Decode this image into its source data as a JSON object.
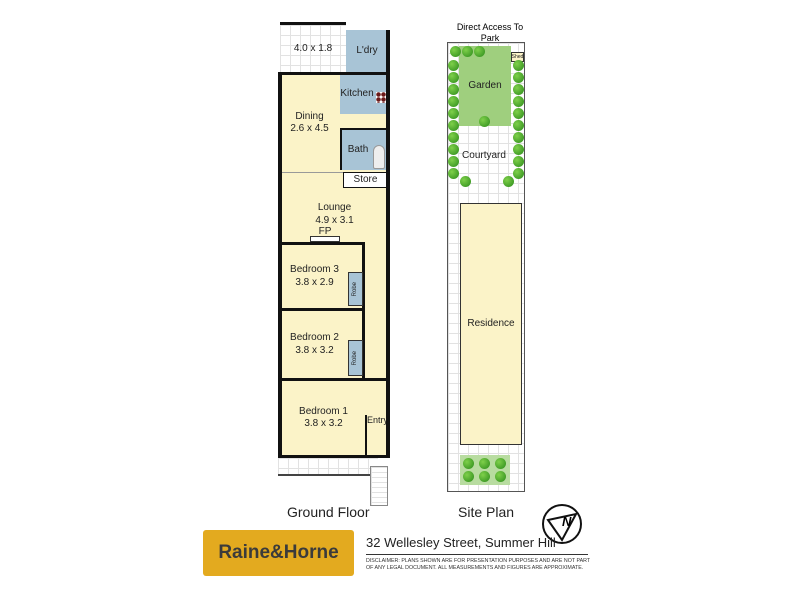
{
  "ground_floor": {
    "title": "Ground Floor",
    "rooms": {
      "patio": {
        "dims": "4.0 x 1.8"
      },
      "laundry": {
        "name": "L'dry"
      },
      "kitchen": {
        "name": "Kitchen"
      },
      "dining": {
        "name": "Dining",
        "dims": "2.6 x 4.5"
      },
      "bath": {
        "name": "Bath"
      },
      "store": {
        "name": "Store"
      },
      "lounge": {
        "name": "Lounge",
        "dims": "4.9 x 3.1"
      },
      "fireplace": {
        "name": "FP"
      },
      "bedroom3": {
        "name": "Bedroom 3",
        "dims": "3.8 x 2.9"
      },
      "bedroom2": {
        "name": "Bedroom 2",
        "dims": "3.8 x 3.2"
      },
      "bedroom1": {
        "name": "Bedroom 1",
        "dims": "3.8 x 3.2"
      },
      "robe": "Robe",
      "entry": {
        "name": "Entry"
      }
    }
  },
  "site_plan": {
    "title": "Site Plan",
    "access_note": "Direct Access To Park",
    "shed": "Shed",
    "garden": "Garden",
    "courtyard": "Courtyard",
    "residence": "Residence"
  },
  "footer": {
    "brand": "Raine&Horne",
    "brand_color": "#e3aa1f",
    "address": "32 Wellesley Street, Summer Hill",
    "disclaimer": "DISCLAIMER: PLANS SHOWN ARE FOR PRESENTATION PURPOSES AND ARE NOT PART OF ANY LEGAL DOCUMENT. ALL MEASUREMENTS AND FIGURES ARE APPROXIMATE.",
    "compass_label": "N"
  }
}
